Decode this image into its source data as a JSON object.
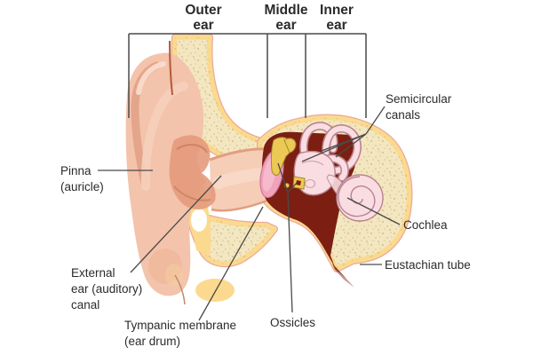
{
  "sections": [
    {
      "id": "outer-ear",
      "line1": "Outer",
      "line2": "ear"
    },
    {
      "id": "middle-ear",
      "line1": "Middle",
      "line2": "ear"
    },
    {
      "id": "inner-ear",
      "line1": "Inner",
      "line2": "ear"
    }
  ],
  "annotations": {
    "pinna": {
      "lines": [
        "Pinna",
        "(auricle)"
      ]
    },
    "external_canal": {
      "lines": [
        "External",
        "ear (auditory)",
        "canal"
      ]
    },
    "tympanic": {
      "lines": [
        "Tympanic membrane",
        "(ear drum)"
      ]
    },
    "ossicles": {
      "label": "Ossicles"
    },
    "semicircular": {
      "lines": [
        "Semicircular",
        "canals"
      ]
    },
    "cochlea": {
      "label": "Cochlea"
    },
    "eustachian": {
      "label": "Eustachian tube"
    }
  },
  "colors": {
    "background": "#ffffff",
    "text": "#2b2b2b",
    "line": "#4a4a4a",
    "bone": "#f3e7c2",
    "bone_speckle": "#d9c48d",
    "fat": "#fbd98e",
    "skin": "#f3c3ab",
    "skin_shadow": "#e0a085",
    "canal_interior": "#f6cdb6",
    "middle_ear_cavity": "#7c1e12",
    "tympanic_membrane": "#f0a3ba",
    "ossicle": "#ecc954",
    "inner_ear_fill": "#f9dde2",
    "inner_ear_outline": "#b9848e"
  }
}
